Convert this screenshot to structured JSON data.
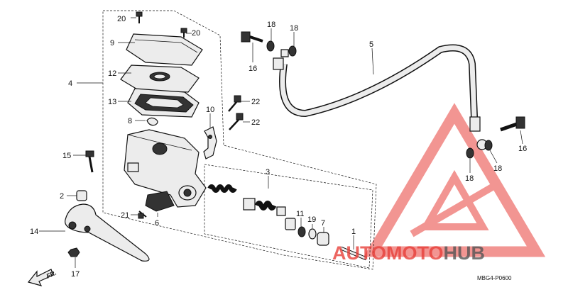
{
  "callouts": [
    "20",
    "20",
    "9",
    "12",
    "13",
    "8",
    "4",
    "15",
    "2",
    "14",
    "21",
    "6",
    "17",
    "10",
    "16",
    "18",
    "18",
    "22",
    "22",
    "5",
    "3",
    "11",
    "19",
    "7",
    "1",
    "16",
    "18",
    "18"
  ],
  "diagram_code": "MBG4-P0600",
  "direction_label": "FR.",
  "watermark": {
    "part1": "AUTO",
    "part2": "MOTO",
    "part3": "HUB",
    "color_primary": "#e8403a",
    "color_secondary": "#555555"
  }
}
